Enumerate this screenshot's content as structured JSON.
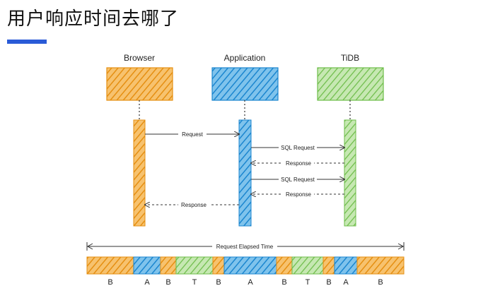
{
  "page": {
    "title": "用户响应时间去哪了"
  },
  "actors": [
    {
      "id": "browser",
      "name": "Browser",
      "color": "#f0a32a"
    },
    {
      "id": "application",
      "name": "Application",
      "color": "#2b9ad8"
    },
    {
      "id": "tidb",
      "name": "TiDB",
      "color": "#7cc65a"
    }
  ],
  "messages": [
    {
      "label": "Request",
      "from": "browser",
      "to": "application",
      "style": "solid"
    },
    {
      "label": "SQL Request",
      "from": "application",
      "to": "tidb",
      "style": "solid"
    },
    {
      "label": "Response",
      "from": "tidb",
      "to": "application",
      "style": "dashed"
    },
    {
      "label": "SQL Request",
      "from": "application",
      "to": "tidb",
      "style": "solid"
    },
    {
      "label": "Response",
      "from": "tidb",
      "to": "application",
      "style": "dashed"
    },
    {
      "label": "Response",
      "from": "application",
      "to": "browser",
      "style": "dashed"
    }
  ],
  "timeline": {
    "label": "Request Elapsed Time",
    "segments": [
      {
        "label": "B",
        "actor": "browser"
      },
      {
        "label": "A",
        "actor": "application"
      },
      {
        "label": "B",
        "actor": "browser"
      },
      {
        "label": "T",
        "actor": "tidb"
      },
      {
        "label": "B",
        "actor": "browser"
      },
      {
        "label": "A",
        "actor": "application"
      },
      {
        "label": "B",
        "actor": "browser"
      },
      {
        "label": "T",
        "actor": "tidb"
      },
      {
        "label": "B",
        "actor": "browser"
      },
      {
        "label": "A",
        "actor": "application"
      },
      {
        "label": "B",
        "actor": "browser"
      }
    ]
  }
}
